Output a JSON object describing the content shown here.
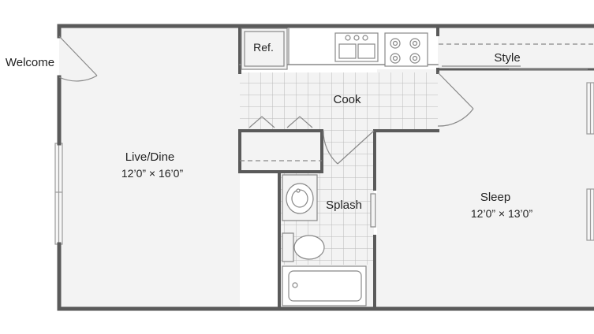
{
  "plan": {
    "entry_label": "Welcome",
    "rooms": {
      "living": {
        "name": "Live/Dine",
        "dims": "12’0” × 16’0”"
      },
      "kitchen": {
        "name": "Cook"
      },
      "fridge": {
        "name": "Ref."
      },
      "closet": {
        "name": "Style"
      },
      "bath": {
        "name": "Splash"
      },
      "bedroom": {
        "name": "Sleep",
        "dims": "12’0” × 13’0”"
      }
    }
  },
  "colors": {
    "wall": "#5a5a5a",
    "floor": "#f3f3f3",
    "tile_grid": "#b9b9b9",
    "fixture_line": "#888888",
    "window": "#d0d0d0"
  }
}
